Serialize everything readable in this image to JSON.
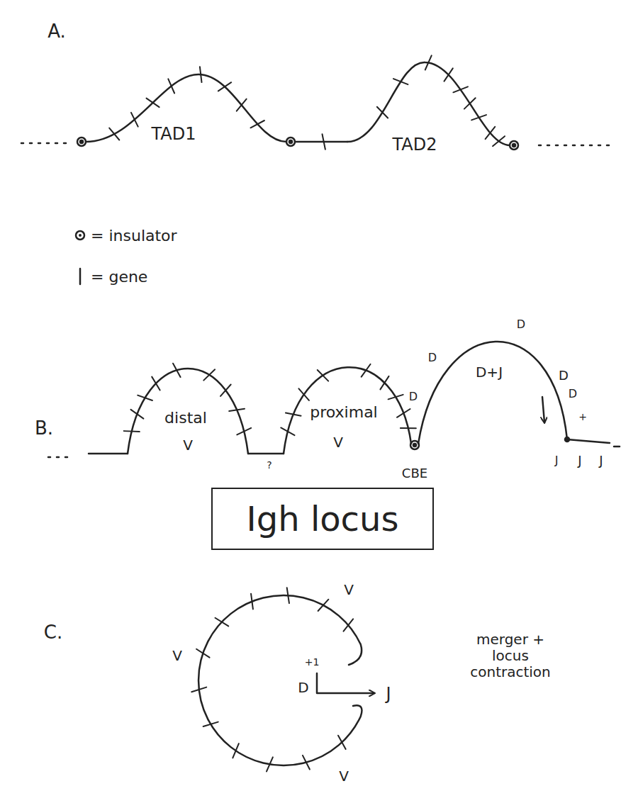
{
  "diagram": {
    "nodes": [
      {
        "text": [
          "Igh locus"
        ]
      }
    ],
    "edges": [],
    "labels": [
      "A.",
      "TAD1",
      "TAD2",
      "B.",
      "distal",
      "V",
      "proximal",
      "V",
      "D",
      "D",
      "D",
      "D+J",
      "D",
      "D",
      "+",
      "J",
      "J",
      "J",
      "?",
      "CBE",
      "C.",
      "V",
      "V",
      "V",
      "+1",
      "D",
      "J",
      "merger + locus contraction"
    ],
    "legend": [
      {
        "text": "= insulator"
      },
      {
        "text": "= gene"
      }
    ]
  }
}
